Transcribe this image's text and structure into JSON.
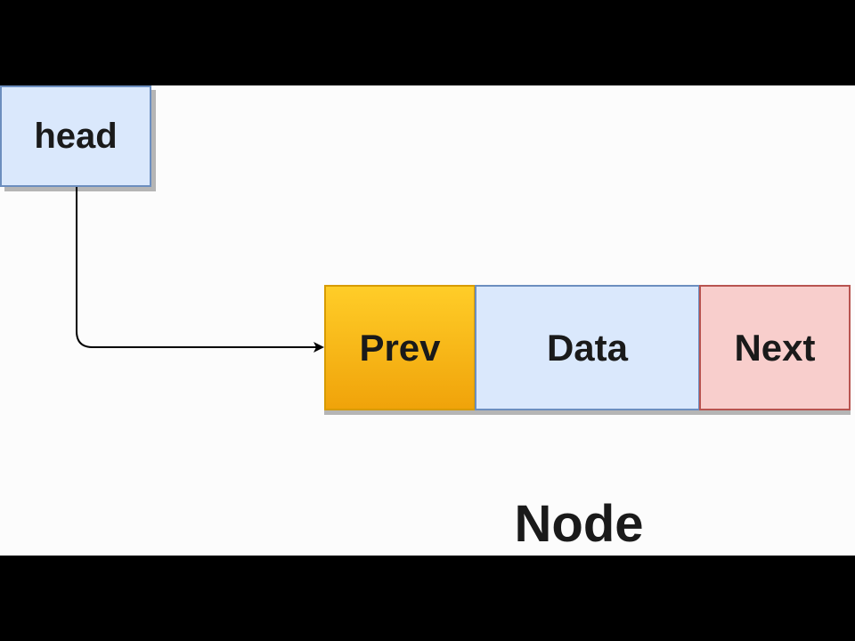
{
  "head": {
    "label": "head"
  },
  "node": {
    "label": "Node",
    "cells": {
      "prev": "Prev",
      "data": "Data",
      "next": "Next"
    }
  },
  "colors": {
    "head_fill": "#dae8fc",
    "prev_fill": "#ffcd28",
    "data_fill": "#dae8fc",
    "next_fill": "#f8cecc",
    "arrow": "#000000"
  }
}
